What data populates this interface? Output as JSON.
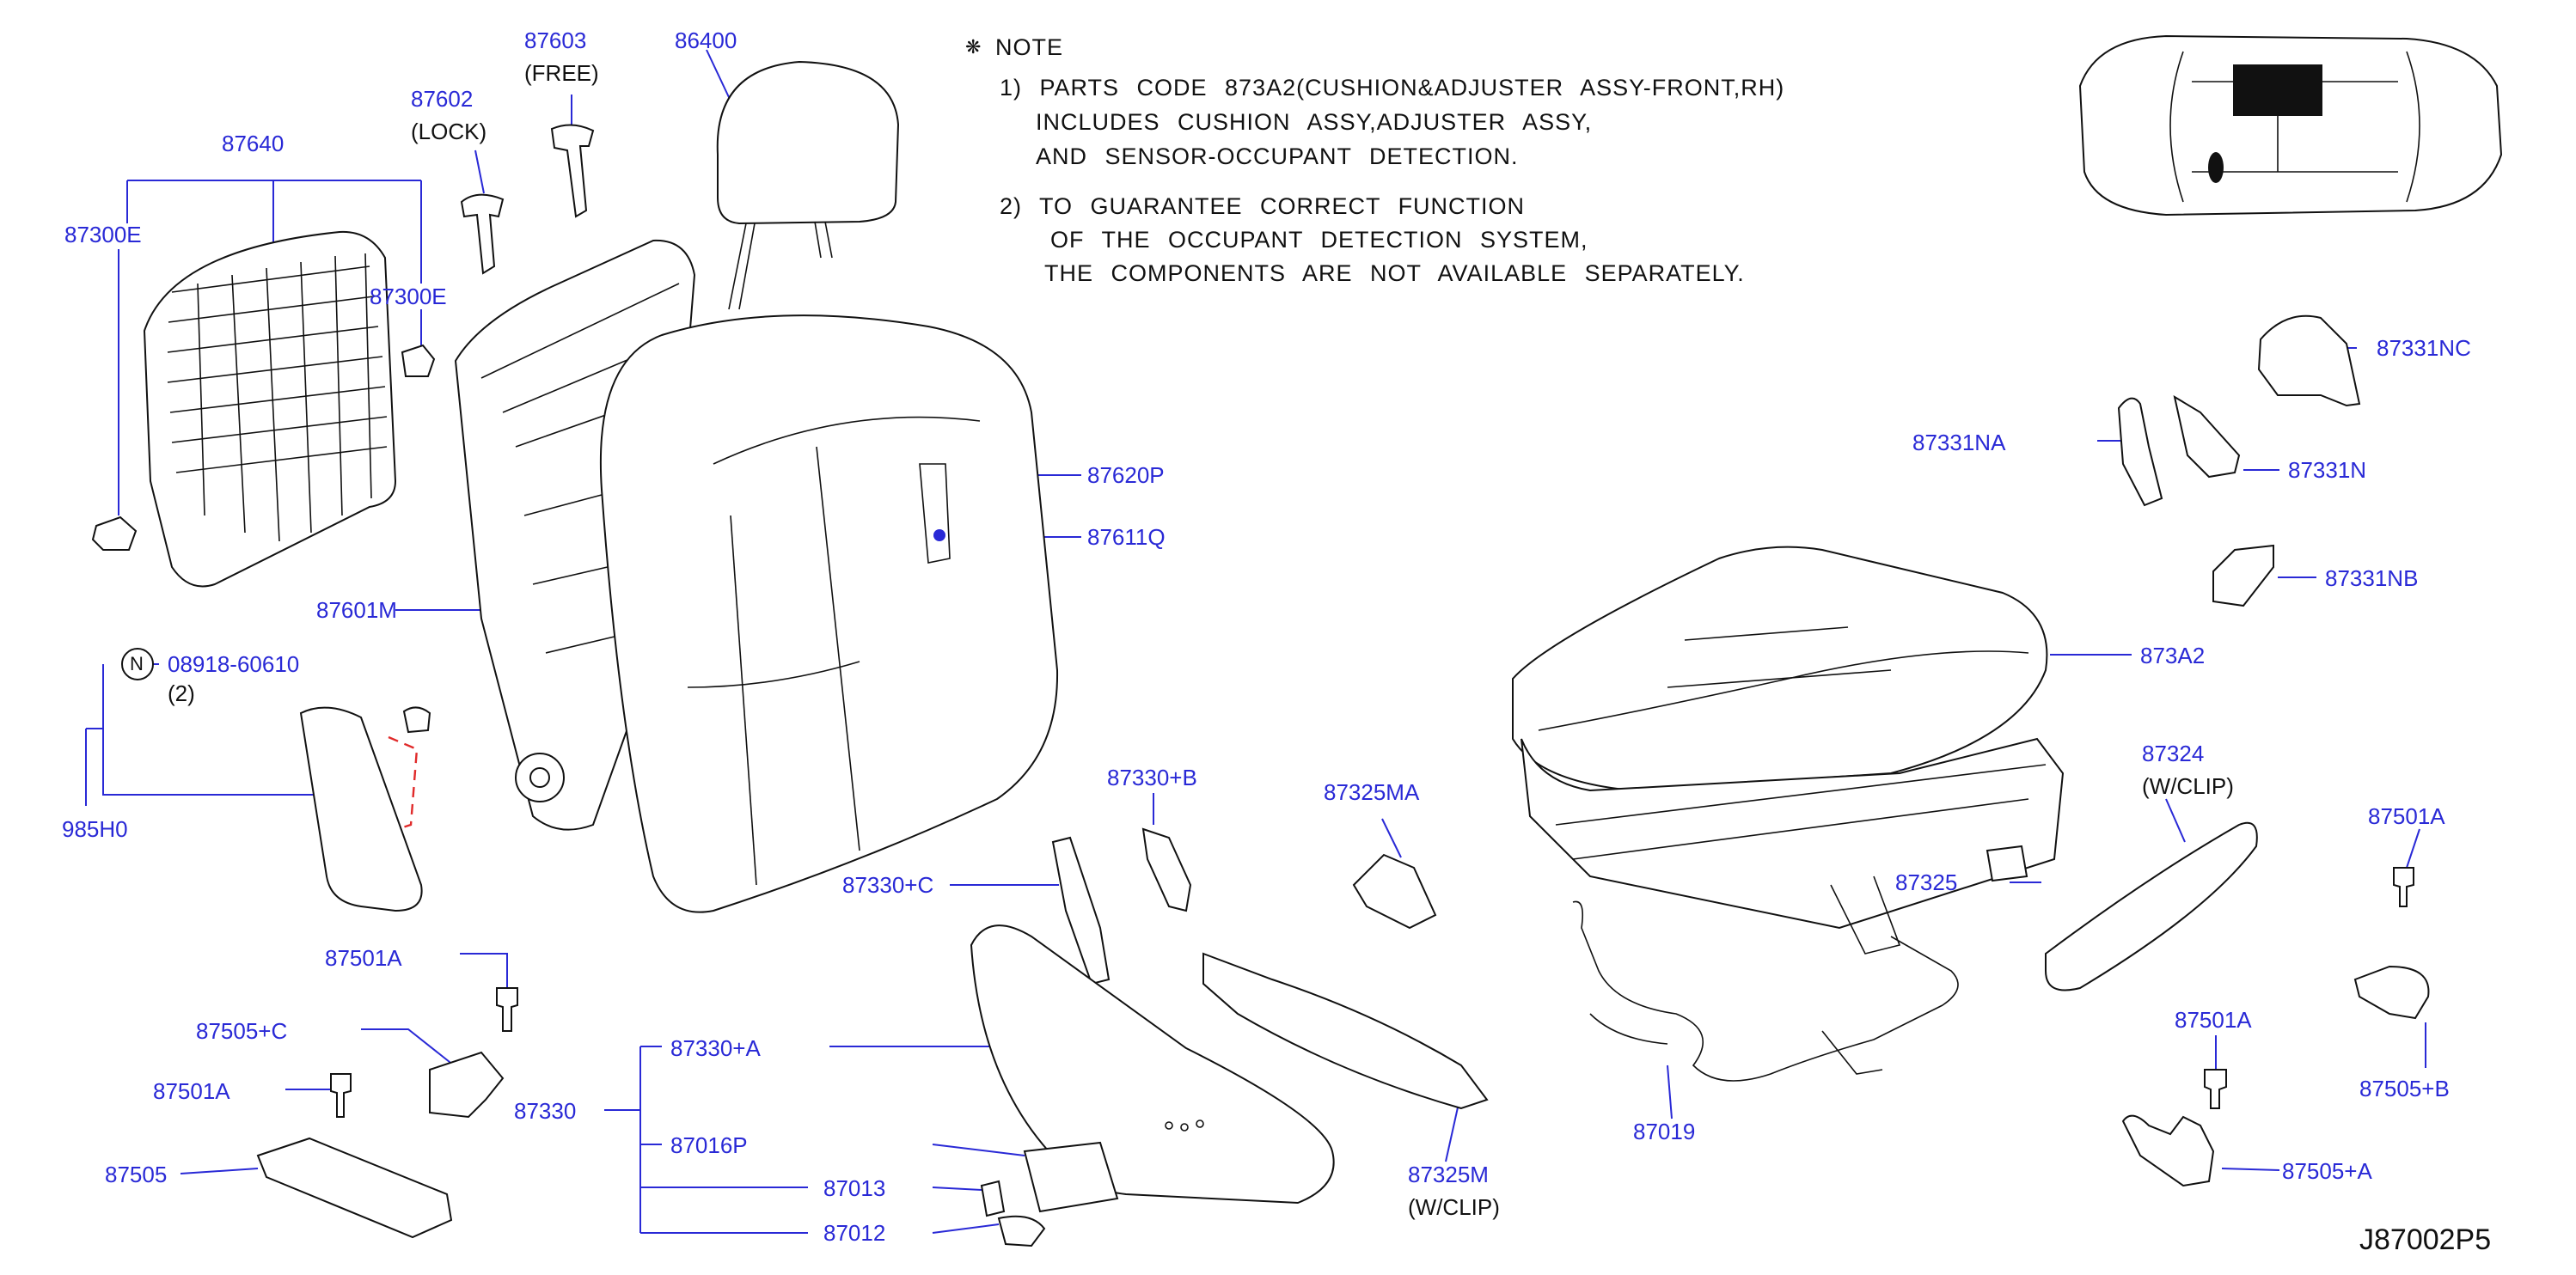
{
  "note": {
    "symbol": "❋",
    "title": "NOTE",
    "lines": [
      "1)  PARTS CODE 873A2(CUSHION&ADJUSTER ASSY-FRONT,RH)",
      "INCLUDES CUSHION ASSY,ADJUSTER ASSY,",
      "AND SENSOR-OCCUPANT DETECTION.",
      "2)  TO GUARANTEE CORRECT FUNCTION",
      "OF THE OCCUPANT DETECTION SYSTEM,",
      "THE COMPONENTS ARE NOT AVAILABLE SEPARATELY."
    ]
  },
  "labels": {
    "p87603": "87603",
    "p87603_sub": "(FREE)",
    "p86400": "86400",
    "p87602": "87602",
    "p87602_sub": "(LOCK)",
    "p87640": "87640",
    "p87300E_left": "87300E",
    "p87300E_right": "87300E",
    "p87620P": "87620P",
    "p87611Q": "87611Q",
    "p87601M": "87601M",
    "n_symbol": "N",
    "p08918": "08918-60610",
    "p08918_sub": "(2)",
    "p985H0": "985H0",
    "p87331NC": "87331NC",
    "p87331NA": "87331NA",
    "p87331N": "87331N",
    "p87331NB": "87331NB",
    "p873A2": "873A2",
    "p87324": "87324",
    "p87324_sub": "(W/CLIP)",
    "p87330B": "87330+B",
    "p87325MA": "87325MA",
    "p87330C": "87330+C",
    "p87325": "87325",
    "p87501A_1": "87501A",
    "p87501A_2": "87501A",
    "p87501A_3": "87501A",
    "p87501A_4": "87501A",
    "p87505C": "87505+C",
    "p87330A": "87330+A",
    "p87330": "87330",
    "p87016P": "87016P",
    "p87013": "87013",
    "p87012": "87012",
    "p87505": "87505",
    "p87325M": "87325M",
    "p87325M_sub": "(W/CLIP)",
    "p87019": "87019",
    "p87505B": "87505+B",
    "p87505A": "87505+A"
  },
  "diagram_code": "J87002P5",
  "colors": {
    "label": "#2929d6",
    "line": "#2929d6",
    "part_outline": "#111111",
    "dash": "#e02a2a"
  }
}
